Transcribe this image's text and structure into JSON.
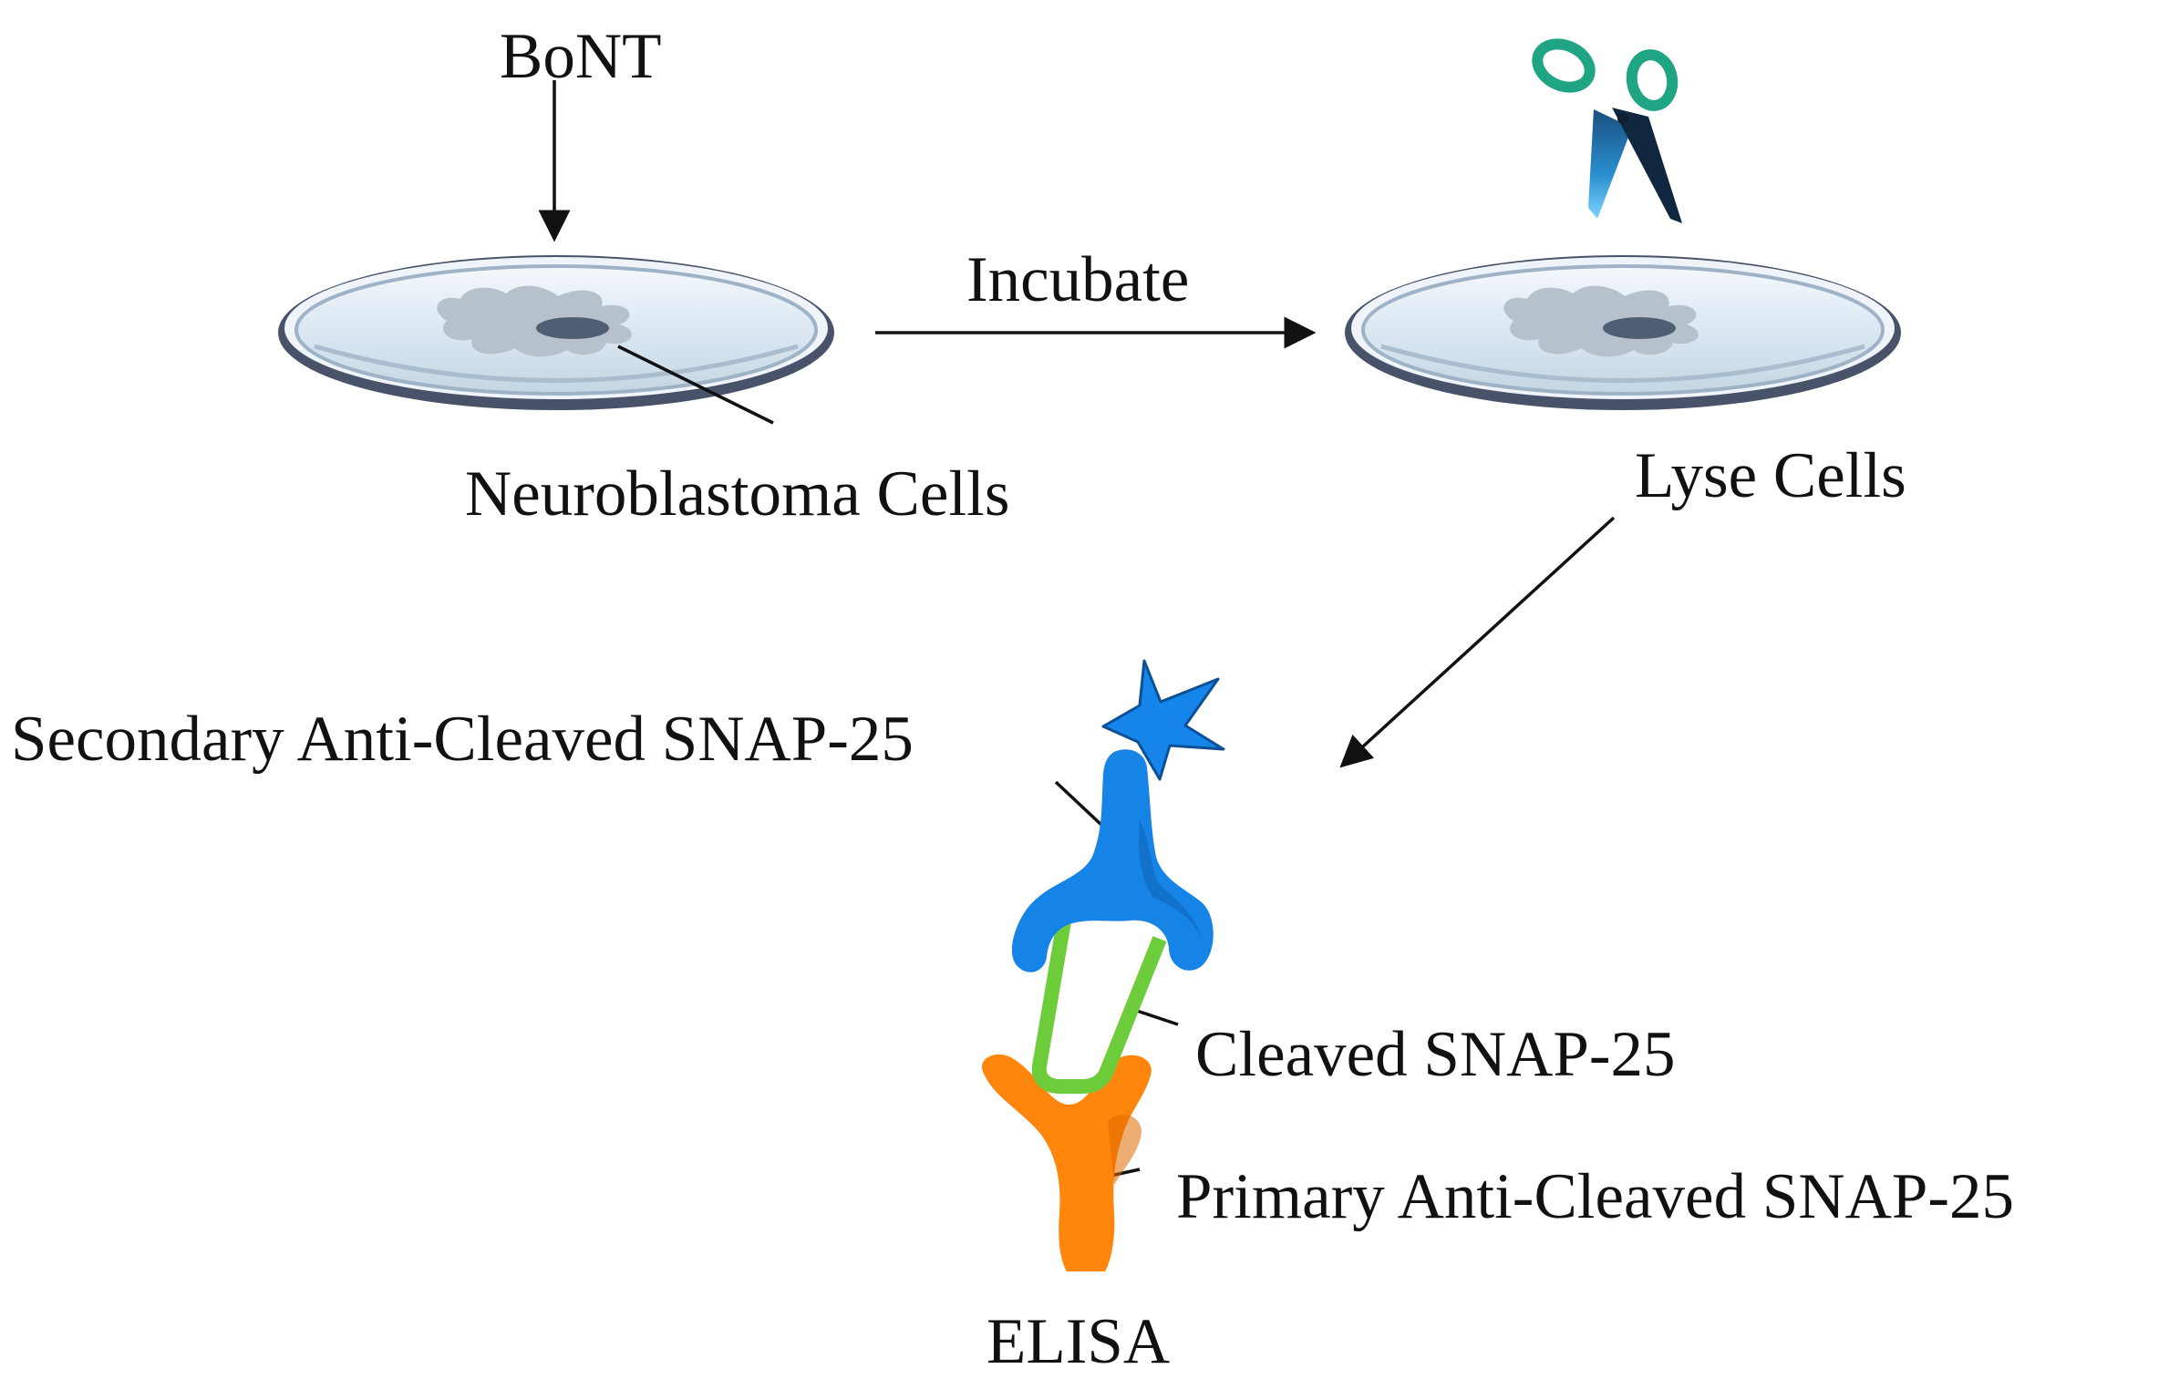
{
  "labels": {
    "bont": "BoNT",
    "incubate": "Incubate",
    "neuroblastoma": "Neuroblastoma Cells",
    "lyse": "Lyse Cells",
    "secondary": "Secondary Anti-Cleaved SNAP-25",
    "cleaved": "Cleaved SNAP-25",
    "primary": "Primary Anti-Cleaved SNAP-25",
    "elisa": "ELISA"
  },
  "icons": [
    "petri-dish-icon",
    "cell-icon",
    "scissors-icon",
    "star-label-icon",
    "antibody-icon",
    "snap25-peptide-icon"
  ],
  "colors": {
    "text": "#111111",
    "arrow": "#111111",
    "dish_rim": "#4f5a6c",
    "dish_fill": "#dcebf5",
    "cell": "#b5bfca",
    "nucleus": "#4e5d73",
    "secondary_antibody": "#1684e6",
    "star": "#1685ea",
    "cleaved_snap25": "#6ccc3a",
    "primary_antibody": "#ff860d",
    "scissors_handle": "#1fa584",
    "scissors_blade": "#1b73b8"
  }
}
